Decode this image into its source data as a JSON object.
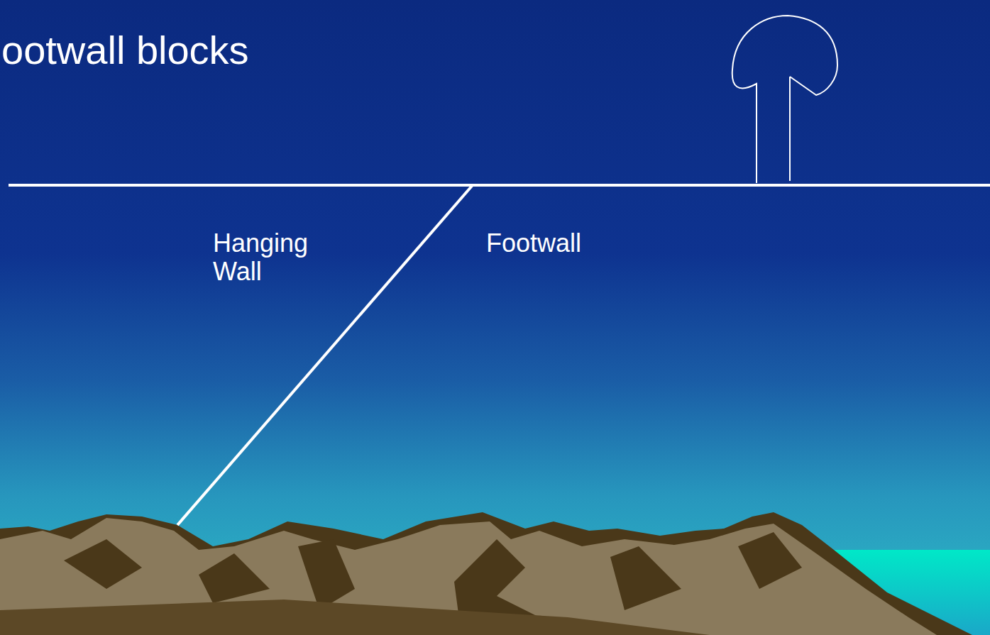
{
  "diagram": {
    "title": "ootwall blocks",
    "labels": [
      "Hanging Wall",
      "Footwall"
    ]
  }
}
